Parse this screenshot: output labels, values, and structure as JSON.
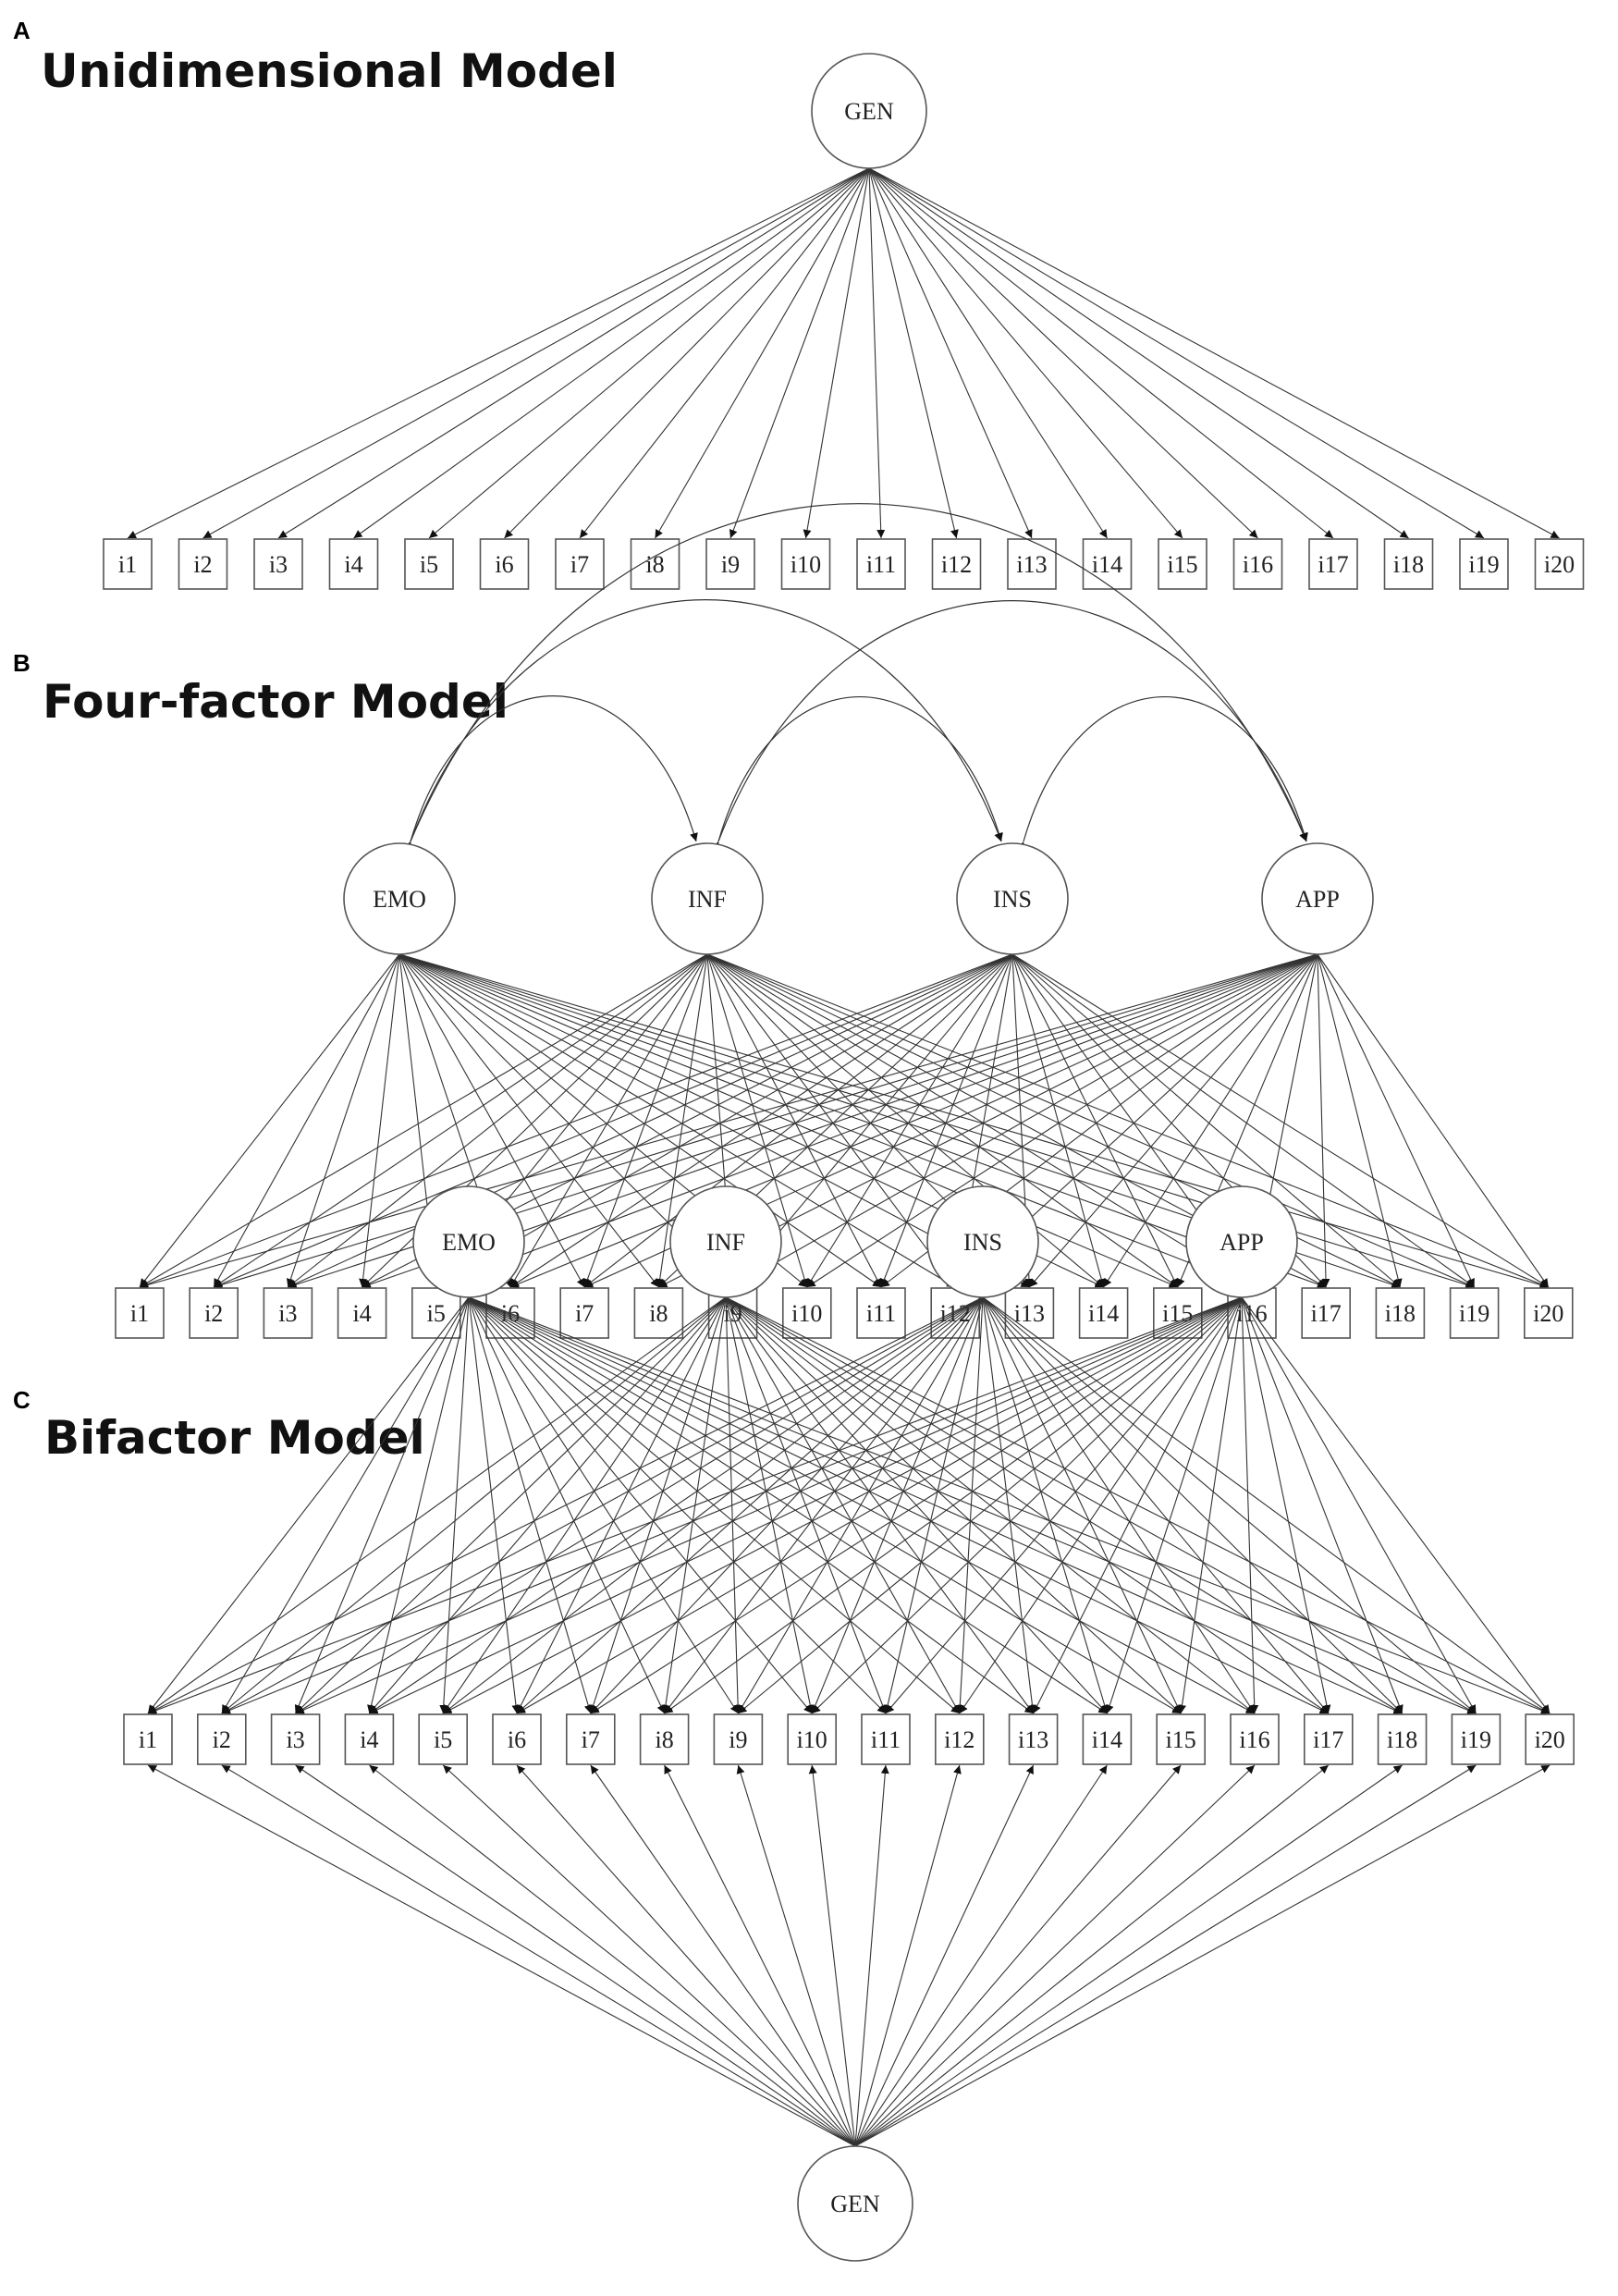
{
  "panels": [
    {
      "id": "A",
      "letter": "A",
      "title": "Unidimensional Model",
      "factors": [
        "GEN"
      ],
      "general_factor": "",
      "items": [
        "i1",
        "i2",
        "i3",
        "i4",
        "i5",
        "i6",
        "i7",
        "i8",
        "i9",
        "i10",
        "i11",
        "i12",
        "i13",
        "i14",
        "i15",
        "i16",
        "i17",
        "i18",
        "i19",
        "i20"
      ],
      "covariances": false
    },
    {
      "id": "B",
      "letter": "B",
      "title": "Four-factor Model",
      "factors": [
        "EMO",
        "INF",
        "INS",
        "APP"
      ],
      "general_factor": "",
      "items": [
        "i1",
        "i2",
        "i3",
        "i4",
        "i5",
        "i6",
        "i7",
        "i8",
        "i9",
        "i10",
        "i11",
        "i12",
        "i13",
        "i14",
        "i15",
        "i16",
        "i17",
        "i18",
        "i19",
        "i20"
      ],
      "covariances": true
    },
    {
      "id": "C",
      "letter": "C",
      "title": "Bifactor Model",
      "factors": [
        "EMO",
        "INF",
        "INS",
        "APP"
      ],
      "general_factor": "GEN",
      "items": [
        "i1",
        "i2",
        "i3",
        "i4",
        "i5",
        "i6",
        "i7",
        "i8",
        "i9",
        "i10",
        "i11",
        "i12",
        "i13",
        "i14",
        "i15",
        "i16",
        "i17",
        "i18",
        "i19",
        "i20"
      ],
      "covariances": false
    }
  ]
}
